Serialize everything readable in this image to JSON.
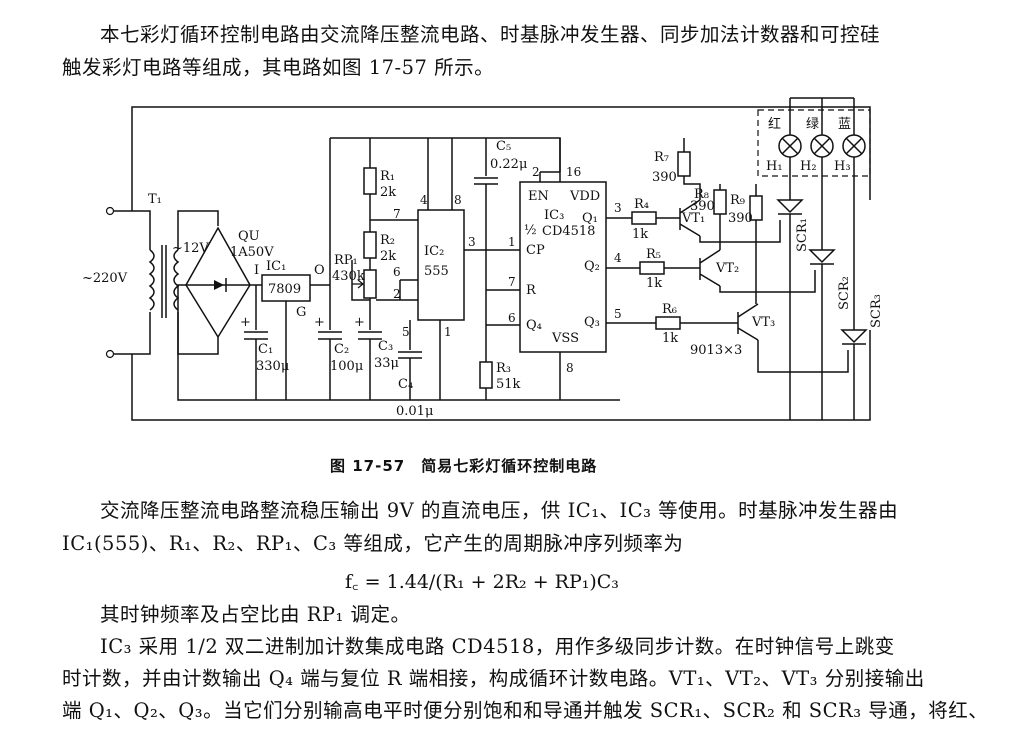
{
  "intro": {
    "line1": "本七彩灯循环控制电路由交流降压整流电路、时基脉冲发生器、同步加法计数器和可控硅",
    "line2": "触发彩灯电路等组成，其电路如图 17-57 所示。"
  },
  "circuit": {
    "transformer": "T₁",
    "input_voltage": "~220V",
    "secondary_voltage": "~12V",
    "bridge": [
      "QU",
      "1A50V"
    ],
    "regulator": [
      "IC₁",
      "7809"
    ],
    "regulator_pins": [
      "I",
      "O",
      "G"
    ],
    "c1": [
      "C₁",
      "330μ"
    ],
    "c2": [
      "C₂",
      "100μ"
    ],
    "c3": [
      "C₃",
      "33μ"
    ],
    "c4": [
      "C₄",
      "0.01μ"
    ],
    "c5": [
      "C₅",
      "0.22μ"
    ],
    "r1": [
      "R₁",
      "2k"
    ],
    "r2": [
      "R₂",
      "2k"
    ],
    "rp1": [
      "RP₁",
      "430k"
    ],
    "r3": [
      "R₃",
      "51k"
    ],
    "ic2": [
      "IC₂",
      "555"
    ],
    "ic2_pins": [
      "4",
      "8",
      "7",
      "6",
      "2",
      "5",
      "1",
      "3"
    ],
    "ic3": [
      "IC₃",
      "CD4518"
    ],
    "ic3_labels": [
      "EN",
      "VDD",
      "½",
      "CP",
      "R",
      "Q₄",
      "VSS",
      "Q₁",
      "Q₂",
      "Q₃"
    ],
    "ic3_pins": [
      "2",
      "16",
      "1",
      "7",
      "6",
      "8",
      "3",
      "4",
      "5"
    ],
    "r4": [
      "R₄",
      "1k"
    ],
    "r5": [
      "R₅",
      "1k"
    ],
    "r6": [
      "R₆",
      "1k"
    ],
    "r7": [
      "R₇",
      "390"
    ],
    "r8": [
      "R₈",
      "390"
    ],
    "r9": [
      "R₉",
      "390"
    ],
    "vt": [
      "VT₁",
      "VT₂",
      "VT₃"
    ],
    "transistor_note": "9013×3",
    "scr": [
      "SCR₁",
      "SCR₂",
      "SCR₃"
    ],
    "lamps": [
      "H₁",
      "H₂",
      "H₃"
    ],
    "lamp_colors": [
      "红",
      "绿",
      "蓝"
    ]
  },
  "caption": "图 17-57　简易七彩灯循环控制电路",
  "body": {
    "p1_line1": "交流降压整流电路整流稳压输出 9V 的直流电压，供 IC₁、IC₃ 等使用。时基脉冲发生器由",
    "p1_line2": "IC₁(555)、R₁、R₂、RP₁、C₃ 等组成，它产生的周期脉冲序列频率为",
    "formula": "f꜀ = 1.44/(R₁ + 2R₂ + RP₁)C₃",
    "p2": "其时钟频率及占空比由 RP₁ 调定。",
    "p3_line1": "IC₃ 采用 1/2 双二进制加计数集成电路 CD4518，用作多级同步计数。在时钟信号上跳变",
    "p3_line2": "时计数，并由计数输出 Q₄ 端与复位 R 端相接，构成循环计数电路。VT₁、VT₂、VT₃ 分别接输出",
    "p3_line3": "端 Q₁、Q₂、Q₃。当它们分别输高电平时便分别饱和和导通并触发 SCR₁、SCR₂ 和 SCR₃ 导通，将红、"
  }
}
